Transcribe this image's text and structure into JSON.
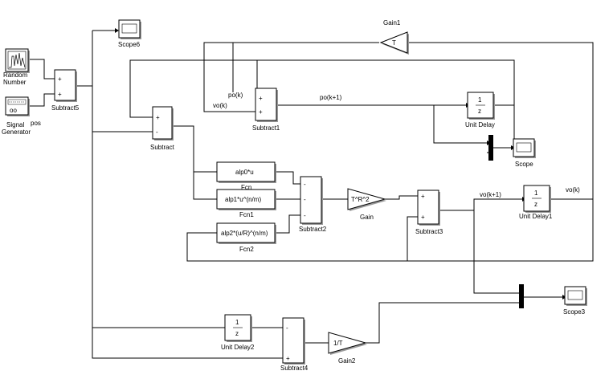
{
  "blocks": {
    "random_number": {
      "label_line1": "Random",
      "label_line2": "Number"
    },
    "signal_generator": {
      "label_line1": "Signal",
      "label_line2": "Generator",
      "face": "oo"
    },
    "subtract5": {
      "label": "Subtract5",
      "sign1": "+",
      "sign2": "+"
    },
    "scope6": {
      "label": "Scope6"
    },
    "subtract": {
      "label": "Subtract",
      "sign1": "+",
      "sign2": "-"
    },
    "gain1": {
      "label": "Gain1",
      "value": "T"
    },
    "subtract1": {
      "label": "Subtract1",
      "sign1": "+",
      "sign2": "+"
    },
    "unit_delay": {
      "label": "Unit Delay",
      "num": "1",
      "den": "z"
    },
    "scope": {
      "label": "Scope"
    },
    "fcn": {
      "label": "Fcn",
      "expr": "alp0*u"
    },
    "fcn1": {
      "label": "Fcn1",
      "expr": "alp1*u^(n/m)"
    },
    "fcn2": {
      "label": "Fcn2",
      "expr": "alp2*(u/R)^(n/m)"
    },
    "subtract2": {
      "label": "Subtract2",
      "sign1": "-",
      "sign2": "-",
      "sign3": "-"
    },
    "gain": {
      "label": "Gain",
      "value": "T^R^2"
    },
    "subtract3": {
      "label": "Subtract3",
      "sign1": "+",
      "sign2": "+"
    },
    "unit_delay1": {
      "label": "Unit Delay1",
      "num": "1",
      "den": "z"
    },
    "scope3": {
      "label": "Scope3"
    },
    "unit_delay2": {
      "label": "Unit Delay2",
      "num": "1",
      "den": "z"
    },
    "subtract4": {
      "label": "Subtract4",
      "sign1": "-",
      "sign2": "+"
    },
    "gain2": {
      "label": "Gain2",
      "value": "1/T"
    }
  },
  "signals": {
    "pos": "pos",
    "po_k": "po(k)",
    "vo_k_in": "vo(k)",
    "po_k1": "po(k+1)",
    "vo_k1": "vo(k+1)",
    "vo_k_out": "vo(k)"
  }
}
